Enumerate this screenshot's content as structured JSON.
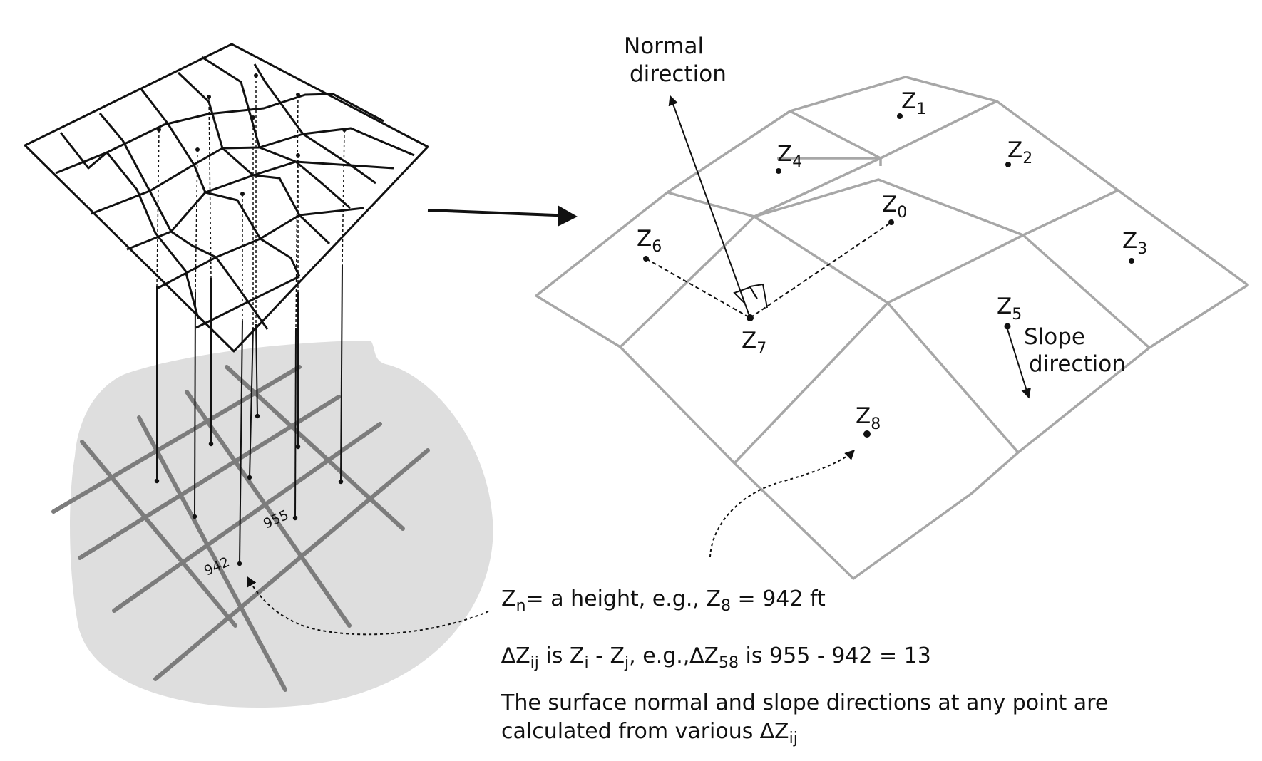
{
  "labels": {
    "normal_line1": "Normal",
    "normal_line2": "direction",
    "slope_line1": "Slope",
    "slope_line2": "direction",
    "z_letter": "Z",
    "z_subs": [
      "0",
      "1",
      "2",
      "3",
      "4",
      "5",
      "6",
      "7",
      "8"
    ],
    "value_942": "942",
    "value_955": "955"
  },
  "notes": {
    "line1": {
      "a": "Z",
      "a_sub": "n",
      "b": "= a height, e.g., Z",
      "b_sub": "8",
      "c": " = 942 ft"
    },
    "line2": {
      "delta1": "∆",
      "a": "Z",
      "a_sub": "ij",
      "b": "  is Z",
      "b_sub": "i",
      "c": " - Z",
      "c_sub": "j",
      "d": ", e.g.,",
      "delta2": "∆",
      "e": "Z",
      "e_sub": "58",
      "f": " is  955 - 942 = 13"
    },
    "line3": "The surface normal and slope directions at any point are",
    "line4": {
      "a": "calculated from various ",
      "delta": "∆",
      "b": "Z",
      "b_sub": "ij"
    }
  },
  "colors": {
    "ink": "#111111",
    "surface_grid": "#a7a7a7",
    "base_fill": "#dedede",
    "base_grid": "#7c7c7c"
  }
}
